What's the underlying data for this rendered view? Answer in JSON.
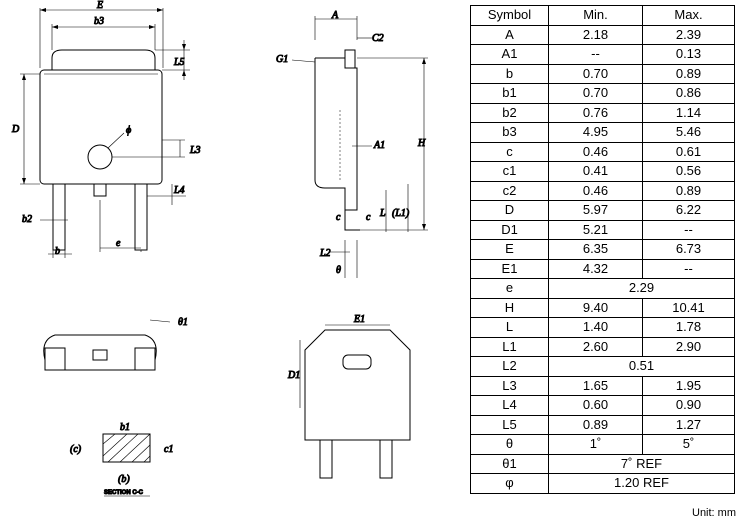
{
  "drawing_labels": {
    "E": "E",
    "b3": "b3",
    "L5": "L5",
    "D": "D",
    "phi": "ϕ",
    "L3": "L3",
    "L4": "L4",
    "b2": "b2",
    "b": "b",
    "e": "e",
    "A": "A",
    "C2": "C2",
    "G1": "G1",
    "A1": "A1",
    "H": "H",
    "c": "c",
    "L": "L",
    "L1p": "(L1)",
    "L2": "L2",
    "theta": "θ",
    "theta1": "θ1",
    "b1": "b1",
    "cp": "(c)",
    "c1": "c1",
    "bp": "(b)",
    "section": "SECTION C-C",
    "E1": "E1",
    "D1": "D1"
  },
  "table": {
    "headers": [
      "Symbol",
      "Min.",
      "Max."
    ],
    "rows": [
      {
        "symbol": "A",
        "min": "2.18",
        "max": "2.39"
      },
      {
        "symbol": "A1",
        "min": "--",
        "max": "0.13"
      },
      {
        "symbol": "b",
        "min": "0.70",
        "max": "0.89"
      },
      {
        "symbol": "b1",
        "min": "0.70",
        "max": "0.86"
      },
      {
        "symbol": "b2",
        "min": "0.76",
        "max": "1.14"
      },
      {
        "symbol": "b3",
        "min": "4.95",
        "max": "5.46"
      },
      {
        "symbol": "c",
        "min": "0.46",
        "max": "0.61"
      },
      {
        "symbol": "c1",
        "min": "0.41",
        "max": "0.56"
      },
      {
        "symbol": "c2",
        "min": "0.46",
        "max": "0.89"
      },
      {
        "symbol": "D",
        "min": "5.97",
        "max": "6.22"
      },
      {
        "symbol": "D1",
        "min": "5.21",
        "max": "--"
      },
      {
        "symbol": "E",
        "min": "6.35",
        "max": "6.73"
      },
      {
        "symbol": "E1",
        "min": "4.32",
        "max": "--"
      },
      {
        "symbol": "e",
        "span": "2.29"
      },
      {
        "symbol": "H",
        "min": "9.40",
        "max": "10.41"
      },
      {
        "symbol": "L",
        "min": "1.40",
        "max": "1.78"
      },
      {
        "symbol": "L1",
        "min": "2.60",
        "max": "2.90"
      },
      {
        "symbol": "L2",
        "span": "0.51"
      },
      {
        "symbol": "L3",
        "min": "1.65",
        "max": "1.95"
      },
      {
        "symbol": "L4",
        "min": "0.60",
        "max": "0.90"
      },
      {
        "symbol": "L5",
        "min": "0.89",
        "max": "1.27"
      },
      {
        "symbol": "θ",
        "min": "1˚",
        "max": "5˚"
      },
      {
        "symbol": "θ1",
        "span": "7˚ REF"
      },
      {
        "symbol": "φ",
        "span": "1.20 REF"
      }
    ]
  },
  "unit_note": "Unit: mm"
}
